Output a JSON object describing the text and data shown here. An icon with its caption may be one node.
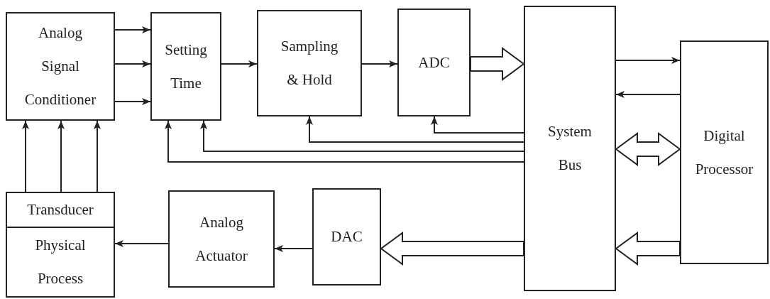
{
  "diagram": {
    "nodes": [
      {
        "text": [
          "Analog Signal Conditioner"
        ]
      },
      {
        "text": [
          "Setting Time"
        ]
      },
      {
        "text": [
          "Sampling & Hold"
        ]
      },
      {
        "text": [
          "ADC"
        ]
      },
      {
        "text": [
          "System Bus"
        ]
      },
      {
        "text": [
          "Digital Processor"
        ]
      },
      {
        "text": [
          "Transducer"
        ]
      },
      {
        "text": [
          "Physical Process"
        ]
      },
      {
        "text": [
          "Analog Actuator"
        ]
      },
      {
        "text": [
          "DAC"
        ]
      }
    ],
    "edges": [
      {
        "from": 0,
        "to": 1,
        "arrow": "to"
      },
      {
        "from": 0,
        "to": 1,
        "arrow": "to"
      },
      {
        "from": 0,
        "to": 1,
        "arrow": "to"
      },
      {
        "from": 1,
        "to": 2,
        "arrow": "to"
      },
      {
        "from": 2,
        "to": 3,
        "arrow": "to"
      },
      {
        "from": 3,
        "to": 4,
        "arrow": "to",
        "style": "thick"
      },
      {
        "from": 4,
        "to": 5,
        "arrow": "to"
      },
      {
        "from": 5,
        "to": 4,
        "arrow": "to"
      },
      {
        "from": 4,
        "to": 5,
        "arrow": "both",
        "style": "thick"
      },
      {
        "from": 5,
        "to": 4,
        "arrow": "to",
        "style": "thick"
      },
      {
        "from": 4,
        "to": 9,
        "arrow": "to",
        "style": "thick"
      },
      {
        "from": 9,
        "to": 8,
        "arrow": "to"
      },
      {
        "from": 8,
        "to": 7,
        "arrow": "to"
      },
      {
        "from": 6,
        "to": 0,
        "arrow": "to"
      },
      {
        "from": 6,
        "to": 0,
        "arrow": "to"
      },
      {
        "from": 6,
        "to": 0,
        "arrow": "to"
      },
      {
        "from": 4,
        "to": 3,
        "arrow": "to"
      },
      {
        "from": 4,
        "to": 2,
        "arrow": "to"
      },
      {
        "from": 4,
        "to": 1,
        "arrow": "to"
      },
      {
        "from": 4,
        "to": 1,
        "arrow": "to"
      }
    ]
  }
}
